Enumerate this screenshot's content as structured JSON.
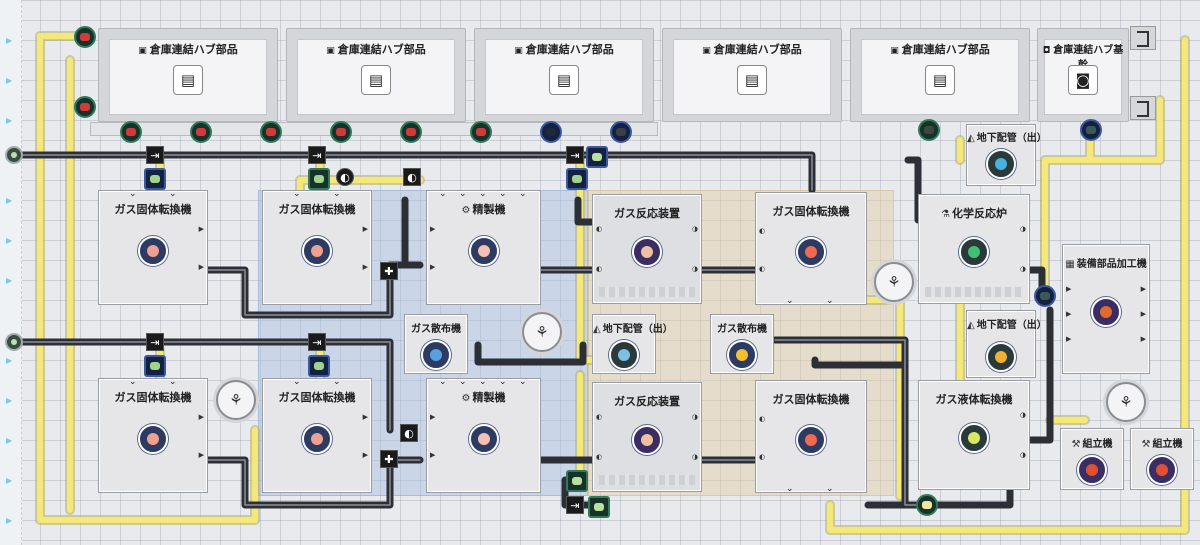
{
  "hubs": [
    {
      "title": "倉庫連結ハブ部品",
      "title_icon": "chest-icon",
      "icon": "chest-icon"
    },
    {
      "title": "倉庫連結ハブ部品",
      "title_icon": "chest-icon",
      "icon": "chest-icon"
    },
    {
      "title": "倉庫連結ハブ部品",
      "title_icon": "chest-icon",
      "icon": "chest-icon"
    },
    {
      "title": "倉庫連結ハブ部品",
      "title_icon": "chest-icon",
      "icon": "chest-icon"
    },
    {
      "title": "倉庫連結ハブ部品",
      "title_icon": "chest-icon",
      "icon": "chest-icon"
    },
    {
      "title": "倉庫連結ハブ基幹",
      "title_icon": "core-icon",
      "icon": "core-icon"
    }
  ],
  "machines": {
    "gas_solid_1": {
      "title": "ガス固体転換機"
    },
    "gas_solid_2": {
      "title": "ガス固体転換機"
    },
    "refiner_1": {
      "title": "精製機"
    },
    "gas_reactor_1": {
      "title": "ガス反応装置"
    },
    "gas_solid_3": {
      "title": "ガス固体転換機"
    },
    "chem_reactor": {
      "title": "化学反応炉"
    },
    "underground_pipe_top": {
      "title": "地下配管（出）"
    },
    "equipment_workshop": {
      "title": "装備部品加工機"
    },
    "gas_spreader_1": {
      "title": "ガス散布機"
    },
    "underground_pipe_mid": {
      "title": "地下配管（出）"
    },
    "gas_spreader_2": {
      "title": "ガス散布機"
    },
    "underground_pipe_right": {
      "title": "地下配管（出）"
    },
    "gas_solid_4": {
      "title": "ガス固体転換機"
    },
    "gas_solid_5": {
      "title": "ガス固体転換機"
    },
    "refiner_2": {
      "title": "精製機"
    },
    "gas_reactor_2": {
      "title": "ガス反応装置"
    },
    "gas_solid_6": {
      "title": "ガス固体転換機"
    },
    "gas_liquid": {
      "title": "ガス液体転換機"
    },
    "assembler_1": {
      "title": "組立機"
    },
    "assembler_2": {
      "title": "組立機"
    }
  },
  "colors": {
    "conveyor_yellow": "#f4e87a",
    "pipe_gray": "#4a4d55",
    "zone_blue": "#a5bee1",
    "zone_tan": "#e1cda0",
    "item_red": "#d23a3a",
    "item_pink": "#f0a090",
    "item_green": "#9fd48c"
  }
}
